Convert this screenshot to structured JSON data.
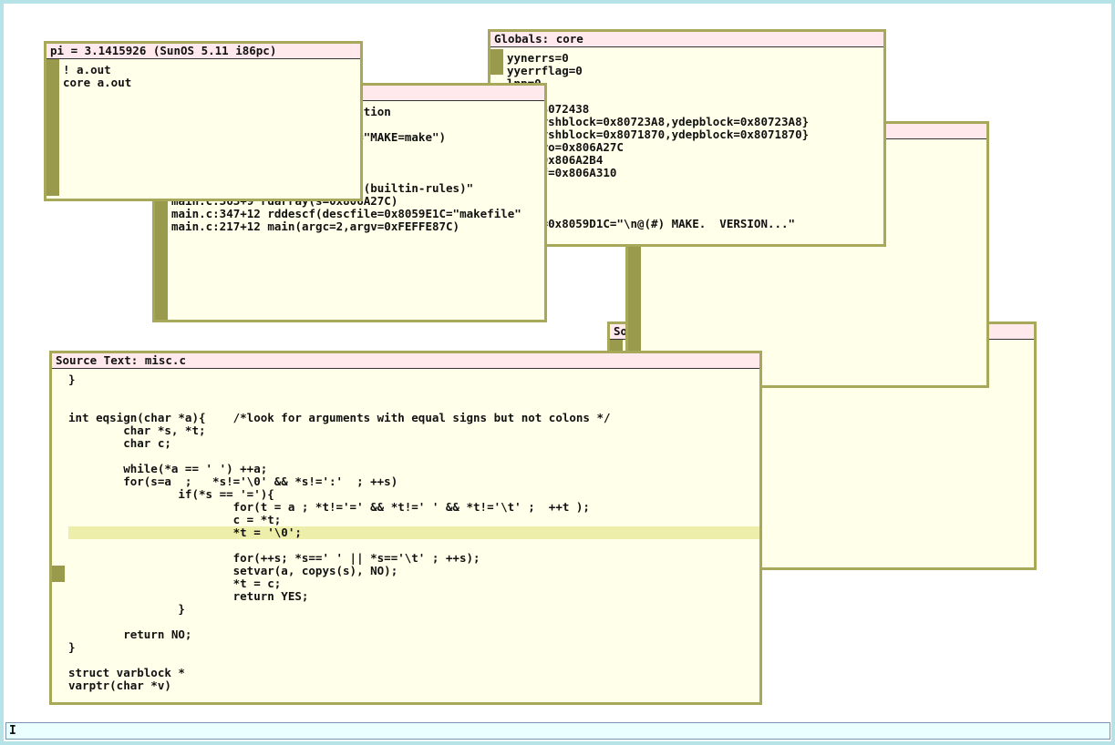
{
  "background_windows": [
    {
      "title": "So",
      "lines": []
    },
    {
      "title": "                                                       KE=make\"):",
      "lines": []
    }
  ],
  "globals_window": {
    "title": "Globals: core",
    "lines": [
      "yynerrs=0",
      "yyerrflag=0",
      "lpp=0",
      "   =0",
      "   0x8072438",
      "   ={yshblock=0x80723A8,ydepblock=0x80723A8}",
      "   ={yshblock=0x8071870,ydepblock=0x8071870}",
      "   acro=0x806A27C",
      "   t=0x806A2B4",
      "   uff=0x806A310",
      "   =0",
      "   =0",
      "",
      "   rs=0x8059D1C=\"\\n@(#) MAKE.  VERSION...\""
    ]
  },
  "stack_window": {
    "title": "",
    "lines": [
      "                     n violation",
      "",
      "                      59A28=\"MAKE=make\")",
      "",
      "",
      "",
      "                   8059550=\"(builtin-rules)\"",
      "main.c:363+9 rdarray(s=0x806A27C)",
      "main.c:347+12 rddescf(descfile=0x8059E1C=\"makefile\"",
      "main.c:217+12 main(argc=2,argv=0xFEFFE87C)"
    ]
  },
  "pi_window": {
    "title": "pi = 3.1415926 (SunOS 5.11 i86pc)",
    "lines": [
      "! a.out",
      "core a.out"
    ]
  },
  "source_window": {
    "title": "Source Text: misc.c",
    "highlighted_line": 12,
    "lines": [
      "}",
      "",
      "",
      "int eqsign(char *a){    /*look for arguments with equal signs but not colons */",
      "        char *s, *t;",
      "        char c;",
      "",
      "        while(*a == ' ') ++a;",
      "        for(s=a  ;   *s!='\\0' && *s!=':'  ; ++s)",
      "                if(*s == '='){",
      "                        for(t = a ; *t!='=' && *t!=' ' && *t!='\\t' ;  ++t );",
      "                        c = *t;",
      "                        *t = '\\0';",
      "",
      "                        for(++s; *s==' ' || *s=='\\t' ; ++s);",
      "                        setvar(a, copys(s), NO);",
      "                        *t = c;",
      "                        return YES;",
      "                }",
      "",
      "        return NO;",
      "}",
      "",
      "struct varblock *",
      "varptr(char *v)"
    ]
  },
  "command_bar": {
    "value": "",
    "caret": "I"
  }
}
